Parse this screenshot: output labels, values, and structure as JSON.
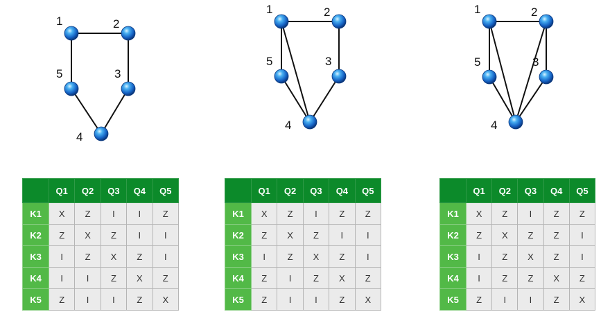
{
  "graphs": [
    {
      "labels": [
        "1",
        "2",
        "3",
        "4",
        "5"
      ],
      "edges": [
        [
          1,
          2
        ],
        [
          2,
          3
        ],
        [
          3,
          4
        ],
        [
          4,
          5
        ],
        [
          5,
          1
        ]
      ]
    },
    {
      "labels": [
        "1",
        "2",
        "3",
        "4",
        "5"
      ],
      "edges": [
        [
          1,
          2
        ],
        [
          2,
          3
        ],
        [
          1,
          5
        ],
        [
          1,
          4
        ],
        [
          5,
          4
        ],
        [
          3,
          4
        ]
      ]
    },
    {
      "labels": [
        "1",
        "2",
        "3",
        "4",
        "5"
      ],
      "edges": [
        [
          1,
          2
        ],
        [
          1,
          5
        ],
        [
          1,
          4
        ],
        [
          2,
          3
        ],
        [
          2,
          4
        ],
        [
          5,
          4
        ],
        [
          3,
          4
        ]
      ]
    }
  ],
  "colors": {
    "node": "#1a72d6",
    "header_dark": "#0c8a2a",
    "header_light": "#52b947",
    "cell": "#ebebeb"
  },
  "tables": [
    {
      "columns": [
        "Q1",
        "Q2",
        "Q3",
        "Q4",
        "Q5"
      ],
      "rows": [
        {
          "label": "K1",
          "cells": [
            "X",
            "Z",
            "I",
            "I",
            "Z"
          ]
        },
        {
          "label": "K2",
          "cells": [
            "Z",
            "X",
            "Z",
            "I",
            "I"
          ]
        },
        {
          "label": "K3",
          "cells": [
            "I",
            "Z",
            "X",
            "Z",
            "I"
          ]
        },
        {
          "label": "K4",
          "cells": [
            "I",
            "I",
            "Z",
            "X",
            "Z"
          ]
        },
        {
          "label": "K5",
          "cells": [
            "Z",
            "I",
            "I",
            "Z",
            "X"
          ]
        }
      ]
    },
    {
      "columns": [
        "Q1",
        "Q2",
        "Q3",
        "Q4",
        "Q5"
      ],
      "rows": [
        {
          "label": "K1",
          "cells": [
            "X",
            "Z",
            "I",
            "Z",
            "Z"
          ]
        },
        {
          "label": "K2",
          "cells": [
            "Z",
            "X",
            "Z",
            "I",
            "I"
          ]
        },
        {
          "label": "K3",
          "cells": [
            "I",
            "Z",
            "X",
            "Z",
            "I"
          ]
        },
        {
          "label": "K4",
          "cells": [
            "Z",
            "I",
            "Z",
            "X",
            "Z"
          ]
        },
        {
          "label": "K5",
          "cells": [
            "Z",
            "I",
            "I",
            "Z",
            "X"
          ]
        }
      ]
    },
    {
      "columns": [
        "Q1",
        "Q2",
        "Q3",
        "Q4",
        "Q5"
      ],
      "rows": [
        {
          "label": "K1",
          "cells": [
            "X",
            "Z",
            "I",
            "Z",
            "Z"
          ]
        },
        {
          "label": "K2",
          "cells": [
            "Z",
            "X",
            "Z",
            "Z",
            "I"
          ]
        },
        {
          "label": "K3",
          "cells": [
            "I",
            "Z",
            "X",
            "Z",
            "I"
          ]
        },
        {
          "label": "K4",
          "cells": [
            "I",
            "Z",
            "Z",
            "X",
            "Z"
          ]
        },
        {
          "label": "K5",
          "cells": [
            "Z",
            "I",
            "I",
            "Z",
            "X"
          ]
        }
      ]
    }
  ]
}
